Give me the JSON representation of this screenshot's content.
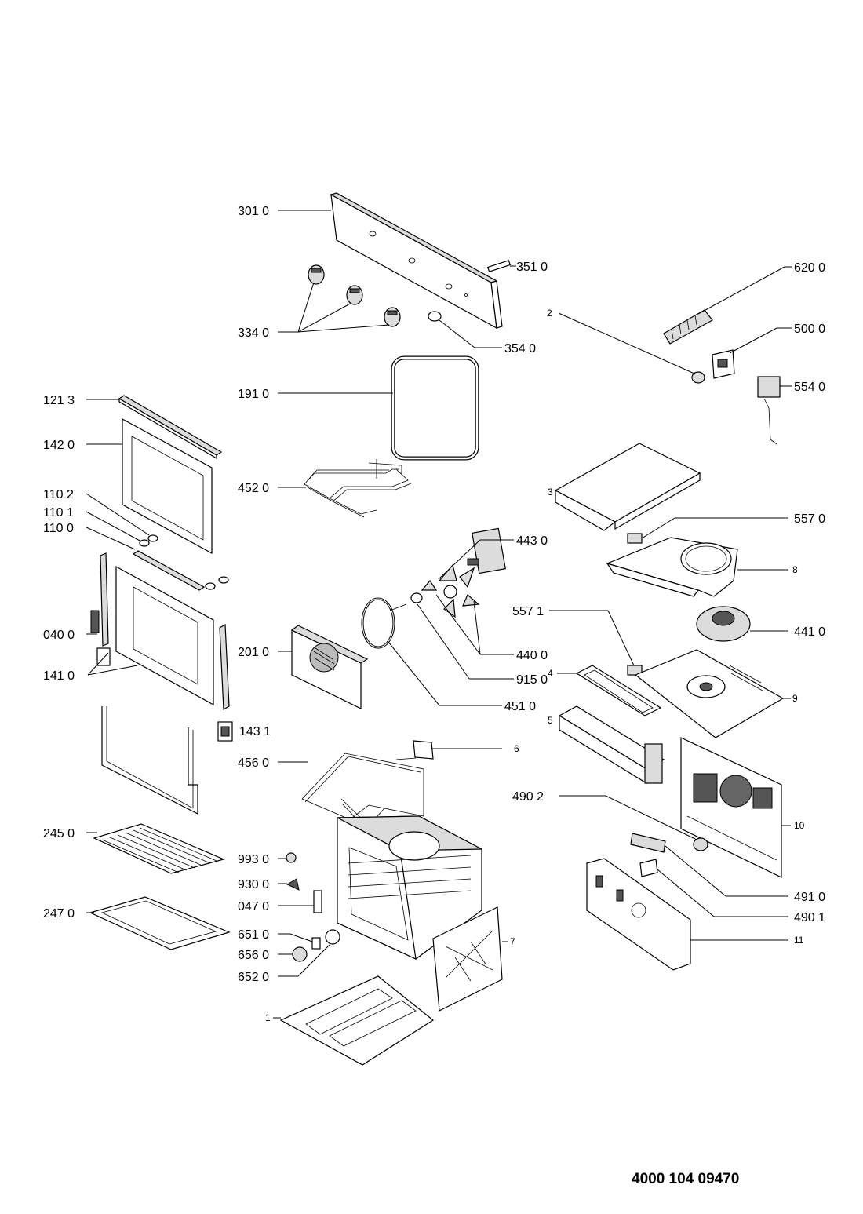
{
  "document_number": "4000 104 09470",
  "callouts": {
    "p3010": "301 0",
    "p3510": "351 0",
    "p3340": "334 0",
    "p3540": "354 0",
    "p1910": "191 0",
    "p4520": "452 0",
    "p1213": "121 3",
    "p1420": "142 0",
    "p1102": "110 2",
    "p1101": "110 1",
    "p1100": "110 0",
    "p0400": "040 0",
    "p1410": "141 0",
    "p1431": "143 1",
    "p2010": "201 0",
    "p4430": "443 0",
    "p4400": "440 0",
    "p9150": "915 0",
    "p4510": "451 0",
    "p5571": "557 1",
    "p6200": "620 0",
    "p5000": "500 0",
    "p5540": "554 0",
    "p2": "2",
    "p3": "3",
    "p5570": "557 0",
    "p8": "8",
    "p4410": "441 0",
    "p4": "4",
    "p9": "9",
    "p5": "5",
    "p6": "6",
    "p4560": "456 0",
    "p4902": "490 2",
    "p10": "10",
    "p2450": "245 0",
    "p9930": "993 0",
    "p9300": "930 0",
    "p0470": "047 0",
    "p2470": "247 0",
    "p6510": "651 0",
    "p6560": "656 0",
    "p6520": "652 0",
    "p7": "7",
    "p1": "1",
    "p4910": "491 0",
    "p4901": "490 1",
    "p11": "11"
  }
}
